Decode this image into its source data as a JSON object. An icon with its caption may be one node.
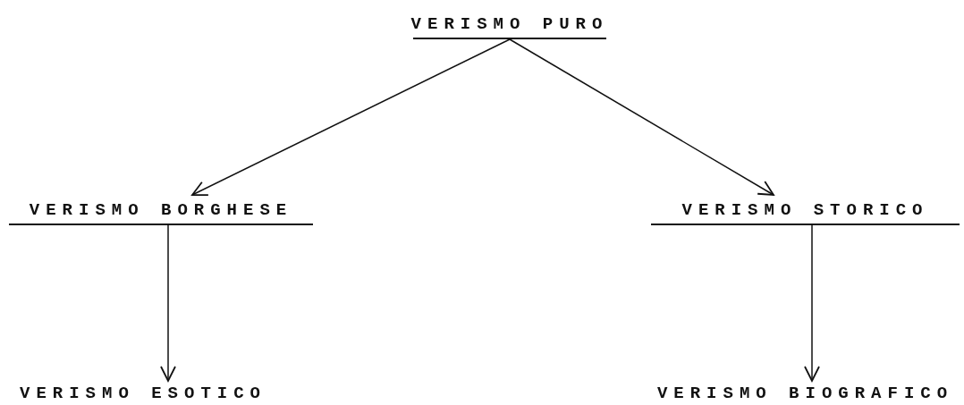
{
  "diagram": {
    "nodes": [
      {
        "text": [
          "VERISMO PURO"
        ]
      },
      {
        "text": [
          "VERISMO BORGHESE"
        ]
      },
      {
        "text": [
          "VERISMO STORICO"
        ]
      },
      {
        "text": [
          "VERISMO ESOTICO"
        ]
      },
      {
        "text": [
          "VERISMO BIOGRAFICO"
        ]
      }
    ],
    "edges": [
      {
        "from": 0,
        "to": 1,
        "arrow": "to"
      },
      {
        "from": 0,
        "to": 2,
        "arrow": "to"
      },
      {
        "from": 1,
        "to": 3,
        "arrow": "to"
      },
      {
        "from": 2,
        "to": 4,
        "arrow": "to"
      }
    ]
  }
}
